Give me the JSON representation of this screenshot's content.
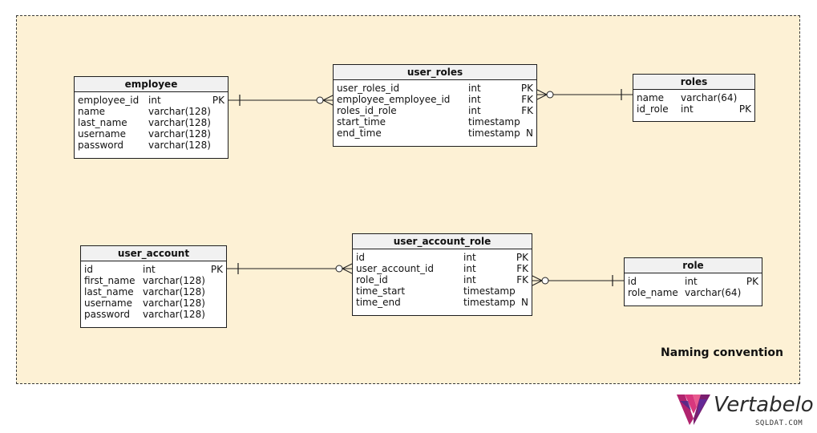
{
  "tables": [
    {
      "id": "employee",
      "title": "employee",
      "columns": [
        {
          "name": "employee_id",
          "type": "int",
          "key": "PK"
        },
        {
          "name": "name",
          "type": "varchar(128)",
          "key": ""
        },
        {
          "name": "last_name",
          "type": "varchar(128)",
          "key": ""
        },
        {
          "name": "username",
          "type": "varchar(128)",
          "key": ""
        },
        {
          "name": "password",
          "type": "varchar(128)",
          "key": ""
        }
      ]
    },
    {
      "id": "user_roles",
      "title": "user_roles",
      "columns": [
        {
          "name": "user_roles_id",
          "type": "int",
          "key": "PK"
        },
        {
          "name": "employee_employee_id",
          "type": "int",
          "key": "FK"
        },
        {
          "name": "roles_id_role",
          "type": "int",
          "key": "FK"
        },
        {
          "name": "start_time",
          "type": "timestamp",
          "key": ""
        },
        {
          "name": "end_time",
          "type": "timestamp",
          "key": "N"
        }
      ]
    },
    {
      "id": "roles",
      "title": "roles",
      "columns": [
        {
          "name": "name",
          "type": "varchar(64)",
          "key": ""
        },
        {
          "name": "id_role",
          "type": "int",
          "key": "PK"
        }
      ]
    },
    {
      "id": "user_account",
      "title": "user_account",
      "columns": [
        {
          "name": "id",
          "type": "int",
          "key": "PK"
        },
        {
          "name": "first_name",
          "type": "varchar(128)",
          "key": ""
        },
        {
          "name": "last_name",
          "type": "varchar(128)",
          "key": ""
        },
        {
          "name": "username",
          "type": "varchar(128)",
          "key": ""
        },
        {
          "name": "password",
          "type": "varchar(128)",
          "key": ""
        }
      ]
    },
    {
      "id": "user_account_role",
      "title": "user_account_role",
      "columns": [
        {
          "name": "id",
          "type": "int",
          "key": "PK"
        },
        {
          "name": "user_account_id",
          "type": "int",
          "key": "FK"
        },
        {
          "name": "role_id",
          "type": "int",
          "key": "FK"
        },
        {
          "name": "time_start",
          "type": "timestamp",
          "key": ""
        },
        {
          "name": "time_end",
          "type": "timestamp",
          "key": "N"
        }
      ]
    },
    {
      "id": "role",
      "title": "role",
      "columns": [
        {
          "name": "id",
          "type": "int",
          "key": "PK"
        },
        {
          "name": "role_name",
          "type": "varchar(64)",
          "key": ""
        }
      ]
    }
  ],
  "relationships": [
    {
      "from": "employee",
      "to": "user_roles",
      "from_end": "one",
      "to_end": "zero-or-many"
    },
    {
      "from": "roles",
      "to": "user_roles",
      "from_end": "one",
      "to_end": "zero-or-many"
    },
    {
      "from": "user_account",
      "to": "user_account_role",
      "from_end": "one",
      "to_end": "zero-or-many"
    },
    {
      "from": "role",
      "to": "user_account_role",
      "from_end": "one",
      "to_end": "zero-or-many"
    }
  ],
  "caption": "Naming convention",
  "brand": {
    "name": "Vertabelo",
    "sub": "SQLDAT.COM"
  },
  "colors": {
    "canvas": "#fdf1d5",
    "header": "#f1f1f1",
    "line": "#1e1e1e"
  }
}
